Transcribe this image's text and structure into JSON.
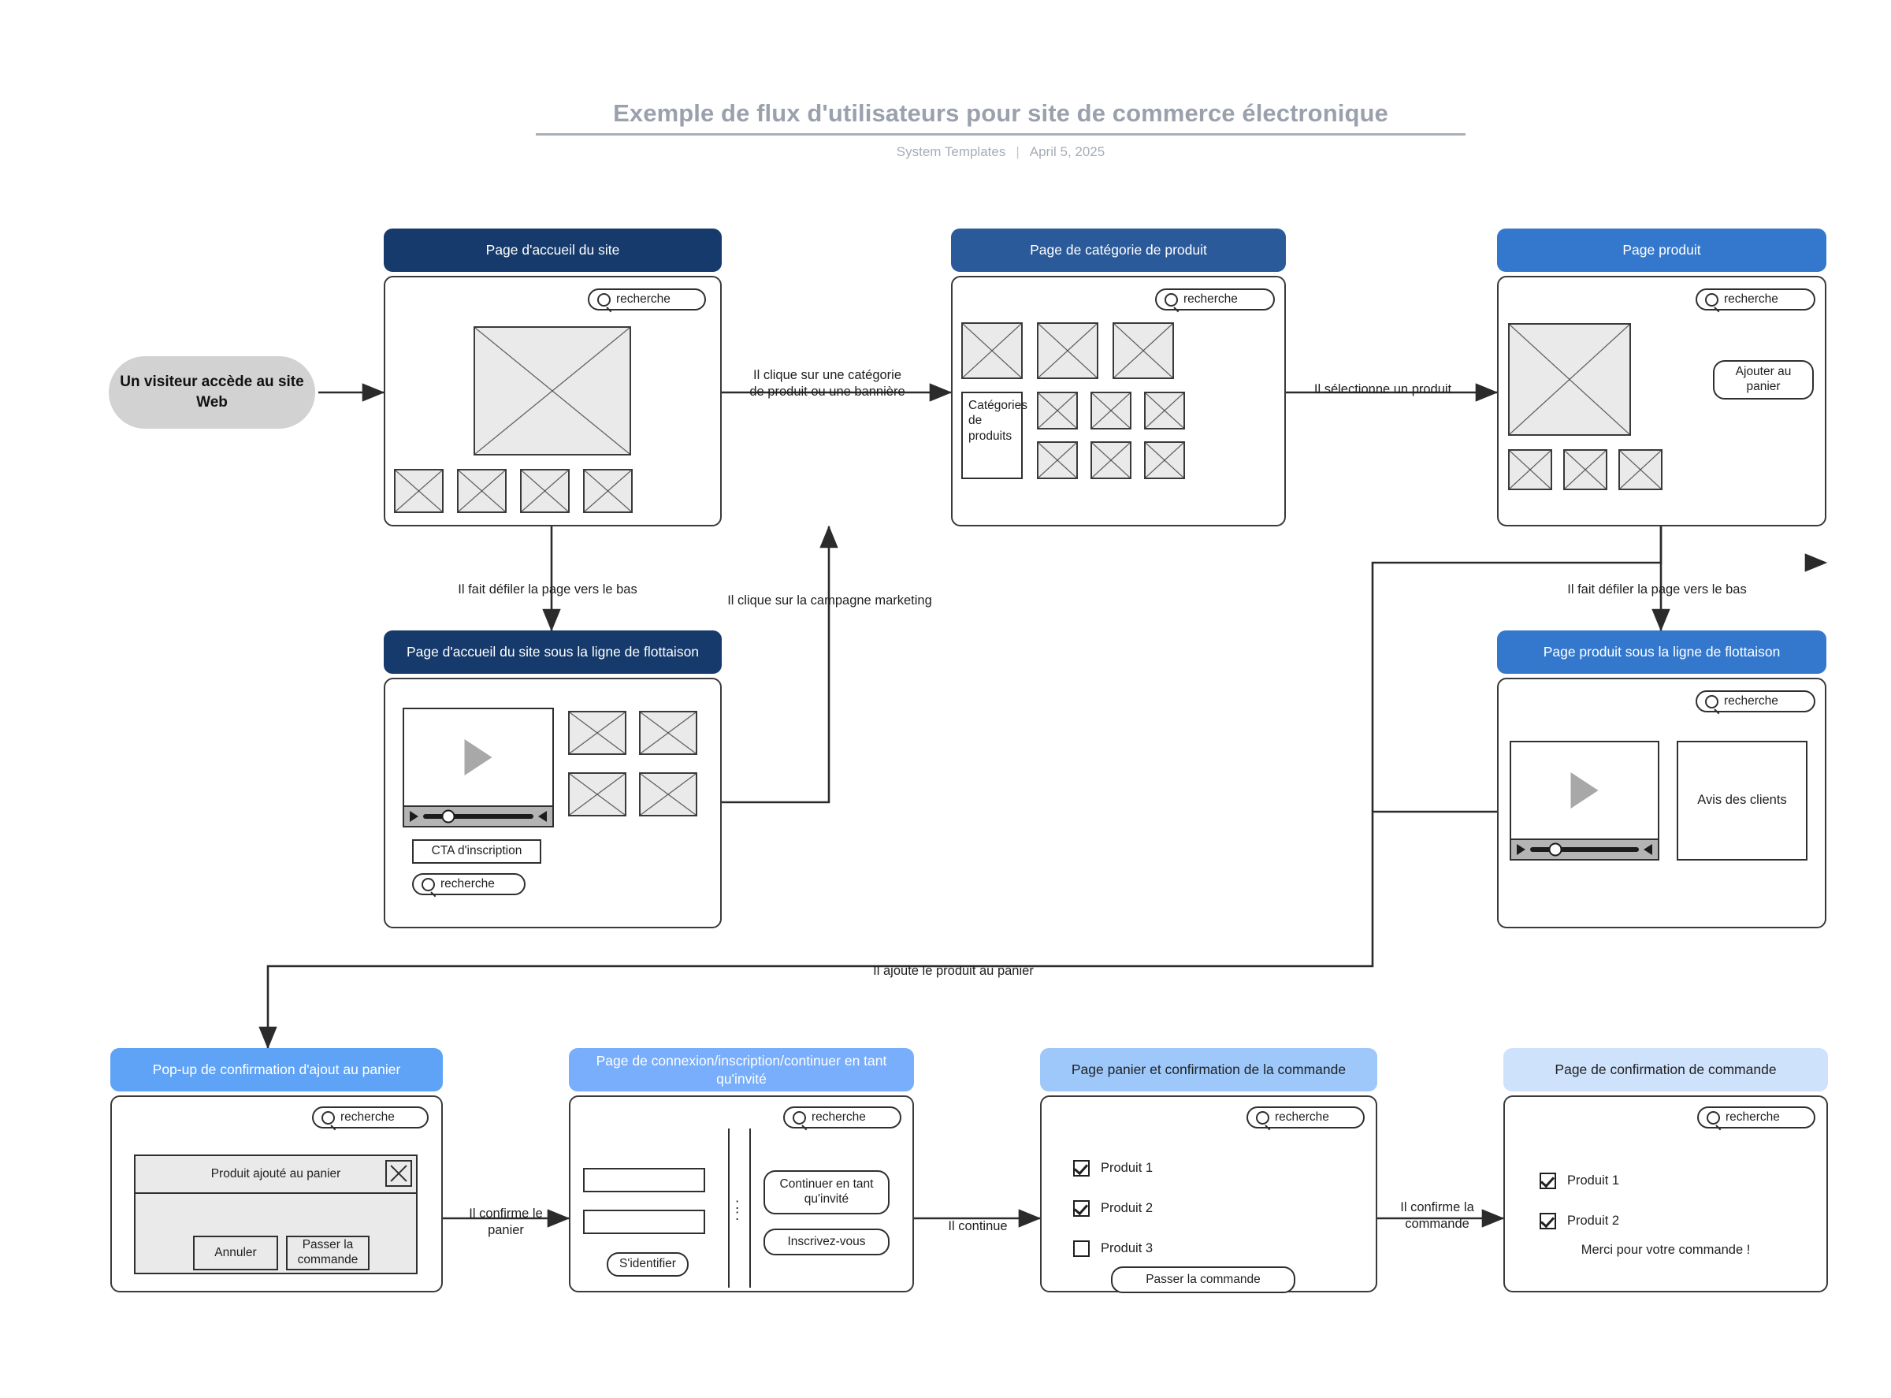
{
  "header": {
    "title": "Exemple de flux d'utilisateurs pour site de commerce électronique",
    "author": "System Templates",
    "separator": "|",
    "date": "April 5, 2025"
  },
  "common": {
    "search_label": "recherche",
    "search_icon": "search-icon"
  },
  "start_node": {
    "label": "Un visiteur accède au site Web"
  },
  "nodes": {
    "homepage": {
      "title": "Page d'accueil du site",
      "header_color": "#153a6b",
      "search": "recherche"
    },
    "homepage_below_fold": {
      "title": "Page d'accueil du site sous la ligne de flottaison",
      "header_color": "#153a6b",
      "cta_label": "CTA d'inscription",
      "search": "recherche"
    },
    "category": {
      "title": "Page de catégorie de produit",
      "header_color": "#2b5a9b",
      "search": "recherche",
      "categories_label": "Catégories de produits"
    },
    "product": {
      "title": "Page produit",
      "header_color": "#3478ce",
      "search": "recherche",
      "add_to_cart_label": "Ajouter au panier"
    },
    "product_below_fold": {
      "title": "Page produit sous la ligne de flottaison",
      "header_color": "#3478ce",
      "search": "recherche",
      "reviews_label": "Avis des clients"
    },
    "cart_popup": {
      "title": "Pop-up de confirmation d'ajout au panier",
      "header_color": "#5fa3f7",
      "search": "recherche",
      "modal_title": "Produit ajouté au panier",
      "close_icon": "close-icon",
      "cancel_label": "Annuler",
      "checkout_label": "Passer la commande"
    },
    "login": {
      "title": "Page de connexion/inscription/continuer en tant qu'invité",
      "header_color": "#78aefb",
      "search": "recherche",
      "signin_label": "S'identifier",
      "guest_label": "Continuer en tant qu'invité",
      "signup_label": "Inscrivez-vous",
      "divider_dots": ":"
    },
    "cart": {
      "title": "Page panier et confirmation de la commande",
      "header_color": "#9ec8fa",
      "search": "recherche",
      "items": [
        {
          "label": "Produit 1",
          "checked": true
        },
        {
          "label": "Produit 2",
          "checked": true
        },
        {
          "label": "Produit 3",
          "checked": false
        }
      ],
      "checkout_label": "Passer la commande"
    },
    "order_confirmation": {
      "title": "Page de confirmation de commande",
      "header_color": "#cfe2fb",
      "search": "recherche",
      "items": [
        {
          "label": "Produit 1",
          "checked": true
        },
        {
          "label": "Produit 2",
          "checked": true
        }
      ],
      "thanks": "Merci pour votre commande !"
    }
  },
  "edges": {
    "click_category": "Il clique sur une catégorie de produit ou une bannière",
    "select_product": "Il sélectionne un produit",
    "scroll_home": "Il fait défiler la page vers le bas",
    "scroll_product": "Il fait défiler la page vers le bas",
    "marketing_campaign": "Il clique sur la campagne marketing",
    "add_to_cart": "Il ajoute le produit au panier",
    "confirm_cart": "Il confirme le panier",
    "continue": "Il continue",
    "confirm_order": "Il confirme la commande"
  }
}
